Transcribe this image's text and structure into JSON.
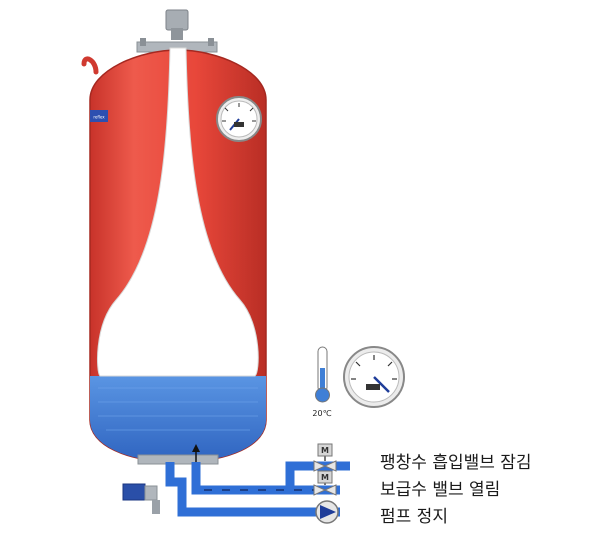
{
  "colors": {
    "tank": "#e8473a",
    "tank_shade": "#c8332a",
    "water": "#3f7fd6",
    "pipe": "#2f6fd6",
    "bladder": "#ffffff",
    "fitting": "#9aa1a8"
  },
  "thermometer": {
    "reading": "20℃"
  },
  "tank_brand": "reflex",
  "status_labels": [
    {
      "text": "팽창수 흡입밸브 잠김"
    },
    {
      "text": "보급수 밸브 열림"
    },
    {
      "text": "펌프 정지"
    }
  ],
  "valve_marks": [
    "M",
    "M"
  ]
}
